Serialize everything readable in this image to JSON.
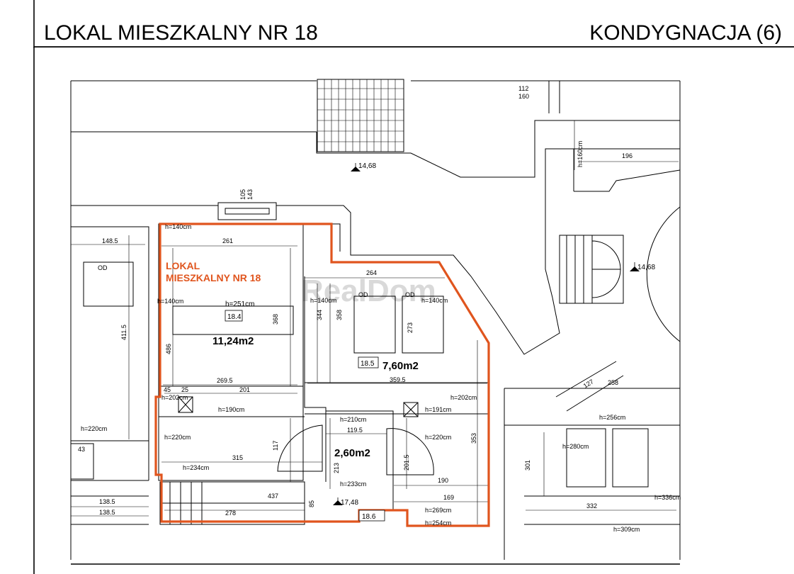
{
  "header": {
    "title_left": "LOKAL MIESZKALNY NR 18",
    "title_right": "KONDYGNACJA (6)"
  },
  "watermark": "RealDom",
  "unit_label": {
    "line1": "LOKAL",
    "line2": "MIESZKALNY NR 18",
    "color": "#e0551e"
  },
  "rooms": [
    {
      "id": "18.4",
      "area": "11,24m2",
      "height": "h=251cm"
    },
    {
      "id": "18.5",
      "area": "7,60m2"
    },
    {
      "id": "18.6",
      "area": "2,60m2"
    }
  ],
  "levels": [
    "14,68",
    "14,68",
    "17,48"
  ],
  "window_dims": [
    "105",
    "143",
    "112",
    "160"
  ],
  "dims": {
    "d148_5": "148.5",
    "d261": "261",
    "d264": "264",
    "d196": "196",
    "d486": "486",
    "d368": "368",
    "d344": "344",
    "d358": "358",
    "d273": "273",
    "d411_5": "411.5",
    "d269_5": "269.5",
    "d45": "45",
    "d25": "25",
    "d201": "201",
    "d359_5": "359.5",
    "d119_5": "119.5",
    "d117": "117",
    "d315": "315",
    "d213": "213",
    "d201_5": "201.5",
    "d353": "353",
    "d190": "190",
    "d169": "169",
    "d437": "437",
    "d85": "85",
    "d278": "278",
    "d43": "43",
    "d138_5a": "138.5",
    "d138_5b": "138.5",
    "d127": "127",
    "d258": "258",
    "d301": "301",
    "d332": "332"
  },
  "heights": {
    "h140a": "h=140cm",
    "h140b": "h=140cm",
    "h140c": "h=140cm",
    "h202a": "h=202cm",
    "h202b": "h=202cm",
    "h190": "h=190cm",
    "h191": "h=191cm",
    "h210": "h=210cm",
    "h220a": "h=220cm",
    "h220b": "h=220cm",
    "h220c": "h=220cm",
    "h234": "h=234cm",
    "h233": "h=233cm",
    "h269": "h=269cm",
    "h254": "h=254cm",
    "h160": "h=160cm",
    "h256": "h=256cm",
    "h280": "h=280cm",
    "h336": "h=336cm",
    "h309": "h=309cm"
  },
  "od_labels": [
    "OD",
    "OD",
    "OD"
  ]
}
